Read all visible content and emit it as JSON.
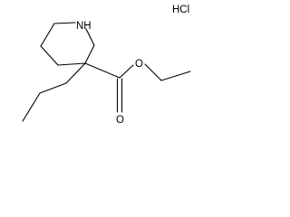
{
  "molecule": {
    "salt_label": "HCl",
    "atoms": {
      "ring_nitrogen": "NH",
      "carbonyl_oxygen": "O",
      "ester_oxygen": "O"
    }
  }
}
